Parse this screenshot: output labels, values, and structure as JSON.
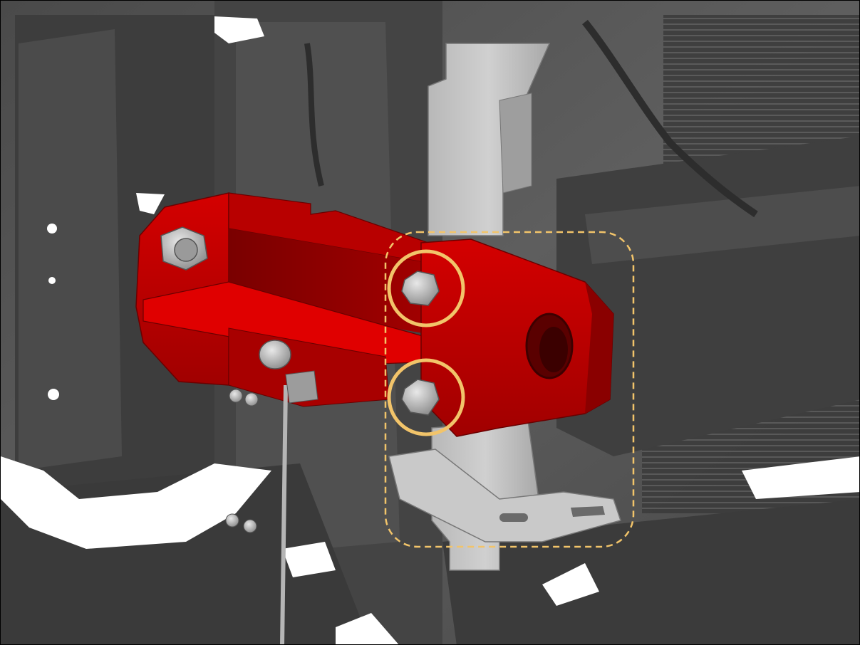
{
  "scene": {
    "background_color": "#5a5a5a",
    "bracket_color": "#c00000",
    "bracket_dark_color": "#8a0000",
    "mount_plate_color": "#c4c4c4",
    "highlight_color": "#f2c46a",
    "callout_box_color": "#f2c46a",
    "highlight_circles": [
      "upper-bolt",
      "lower-bolt"
    ],
    "callout_box_style": "dashed"
  }
}
